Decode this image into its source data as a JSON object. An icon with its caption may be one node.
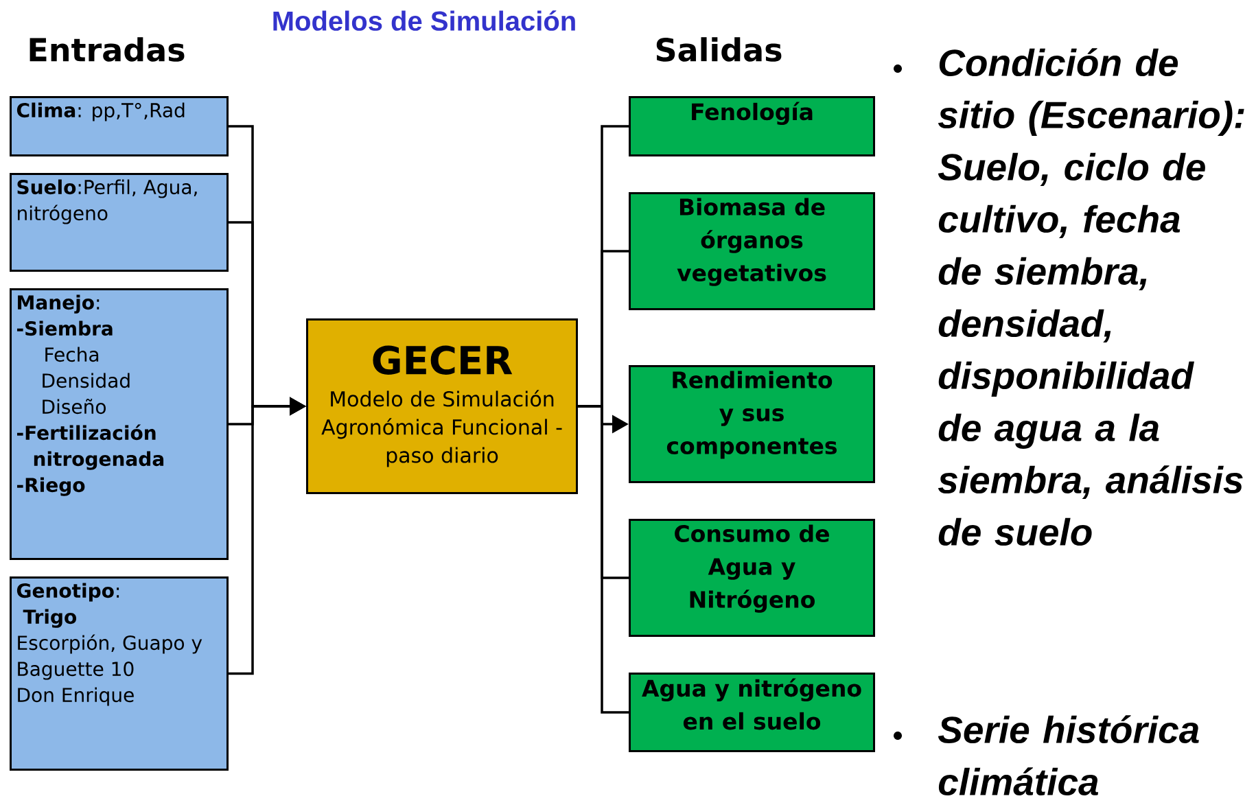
{
  "diagram": {
    "title": "Modelos de Simulación",
    "nodes": [
      {
        "text": [
          "**Clima**: pp,T°,Rad"
        ]
      },
      {
        "text": [
          "**Suelo**:Perfil, Agua, nitrógeno"
        ]
      },
      {
        "text": [
          "**Manejo**:",
          "**-Siembra**",
          "Fecha",
          "Densidad",
          "Diseño",
          "**-Fertilización**",
          "**nitrogenada**",
          "**-Riego**"
        ]
      },
      {
        "text": [
          "**Genotipo**:",
          "**Trigo**",
          "Escorpión, Guapo y Baguette 10",
          "Don Enrique"
        ]
      },
      {
        "text": [
          "GECER",
          "Modelo de Simulación Agronómica Funcional - paso diario"
        ]
      },
      {
        "text": [
          "Fenología"
        ]
      },
      {
        "text": [
          "Biomasa de órganos vegetativos"
        ]
      },
      {
        "text": [
          "Rendimiento y sus componentes"
        ]
      },
      {
        "text": [
          "Consumo de Agua y Nitrógeno"
        ]
      },
      {
        "text": [
          "Agua y nitrógeno en el suelo"
        ]
      }
    ],
    "edges": [
      {
        "from": 0,
        "to": 4,
        "arrow": "to"
      },
      {
        "from": 1,
        "to": 4,
        "arrow": "to"
      },
      {
        "from": 2,
        "to": 4,
        "arrow": "to"
      },
      {
        "from": 3,
        "to": 4,
        "arrow": "to"
      },
      {
        "from": 4,
        "to": 5,
        "arrow": "none"
      },
      {
        "from": 4,
        "to": 6,
        "arrow": "none"
      },
      {
        "from": 4,
        "to": 7,
        "arrow": "to"
      },
      {
        "from": 4,
        "to": 8,
        "arrow": "none"
      },
      {
        "from": 4,
        "to": 9,
        "arrow": "none"
      }
    ],
    "labels": [
      "Entradas",
      "Salidas",
      "Condición de sitio (Escenario): Suelo, ciclo de cultivo, fecha de siembra, densidad, disponibilidad de agua a la siembra, análisis de suelo",
      "Serie histórica climática"
    ]
  }
}
